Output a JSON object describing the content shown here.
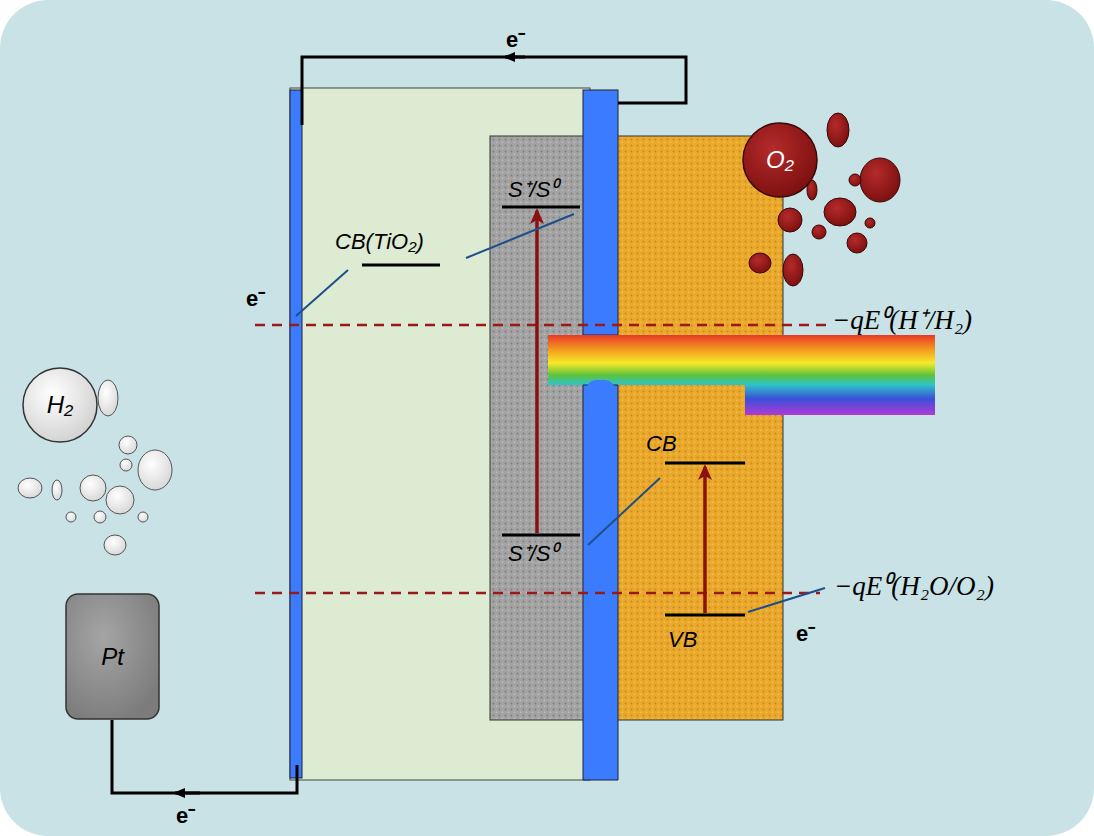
{
  "diagram": {
    "nodes": [
      {
        "text": [
          "O₂"
        ]
      },
      {
        "text": [
          "H₂"
        ]
      },
      {
        "text": [
          "Pt"
        ]
      }
    ],
    "labels": [
      "e⁻",
      "CB(TiO₂)",
      "S⁺/S⁰",
      "e⁻",
      "−qE⁰(H⁺/H₂)",
      "CB",
      "S⁺/S⁰",
      "−qE⁰(H₂O/O₂)",
      "VB",
      "e⁻",
      "e⁻"
    ]
  }
}
